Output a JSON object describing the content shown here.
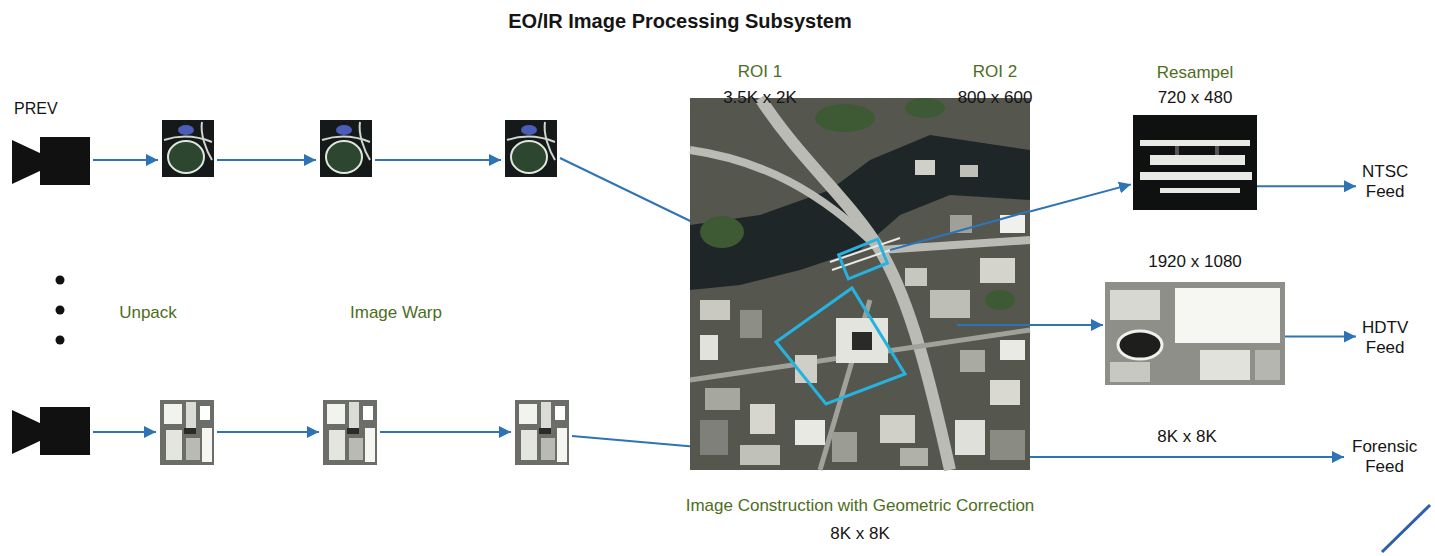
{
  "diagram": {
    "title": "EO/IR Image Processing Subsystem",
    "nodes": [
      {
        "text": [
          "PREV"
        ]
      },
      {
        "text": [
          "Image Construction with Geometric Correction",
          "8K x 8K"
        ]
      },
      {
        "text": [
          "Resampel",
          "720 x 480"
        ]
      },
      {
        "text": [
          "NTSC Feed"
        ]
      },
      {
        "text": [
          "1920 x 1080"
        ]
      },
      {
        "text": [
          "HDTV Feed"
        ]
      },
      {
        "text": [
          "Forensic Feed"
        ]
      }
    ],
    "edges": [
      {
        "from": 1,
        "to": 2,
        "arrow": "to"
      },
      {
        "from": 2,
        "to": 3,
        "arrow": "to"
      },
      {
        "from": 1,
        "to": 4,
        "arrow": "to"
      },
      {
        "from": 4,
        "to": 5,
        "arrow": "to"
      },
      {
        "from": 1,
        "to": 6,
        "label": "8K x 8K",
        "arrow": "to"
      }
    ],
    "labels": [
      "Unpack",
      "Image Warp",
      "ROI 1",
      "3.5K x 2K",
      "ROI 2",
      "800 x 600"
    ]
  }
}
